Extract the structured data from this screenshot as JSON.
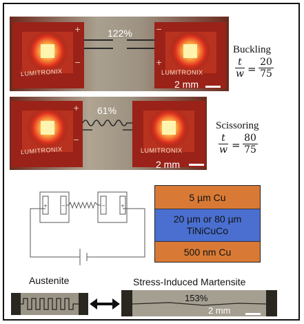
{
  "panel_a": {
    "strain": "122%",
    "brand_left": "LUMITRONIX",
    "brand_right": "LUMITRONIX",
    "scale": "2 mm",
    "mode": "Buckling",
    "ratio_lhs_num": "t",
    "ratio_lhs_den": "w",
    "ratio_rhs_num": "20",
    "ratio_rhs_den": "75"
  },
  "panel_b": {
    "strain": "61%",
    "brand_left": "LUMITRONIX",
    "brand_right": "LUMITRONIX",
    "scale": "2 mm",
    "mode": "Scissoring",
    "ratio_lhs_num": "t",
    "ratio_lhs_den": "w",
    "ratio_rhs_num": "80",
    "ratio_rhs_den": "75"
  },
  "stack": {
    "top": "5 µm Cu",
    "middle_line1": "20 µm or 80 µm",
    "middle_line2": "TiNiCuCo",
    "bottom": "500 nm Cu",
    "colors": {
      "cu": "#d87a35",
      "alloy": "#4a6fd0"
    }
  },
  "bottom": {
    "left_label": "Austenite",
    "right_label": "Stress-Induced Martensite",
    "strain": "153%",
    "scale": "2 mm"
  }
}
